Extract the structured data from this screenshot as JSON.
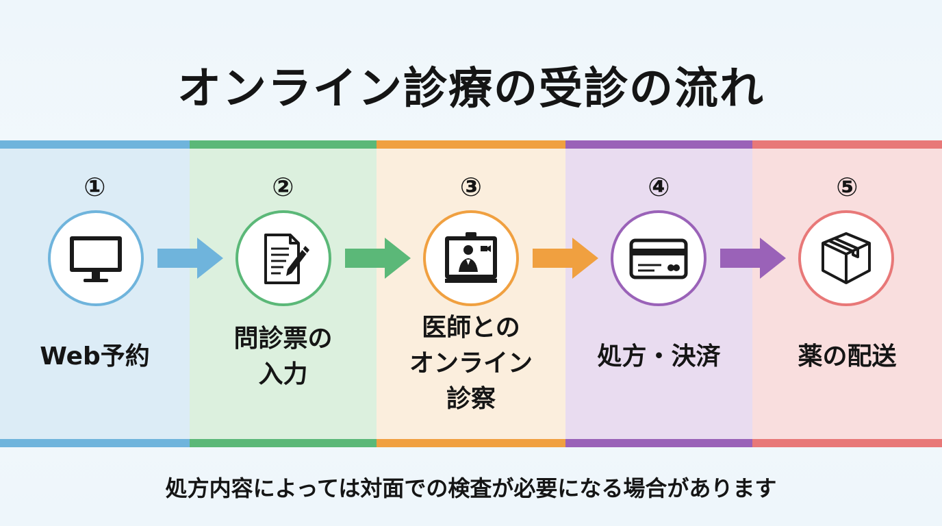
{
  "title": "オンライン診療の受診の流れ",
  "steps": [
    {
      "number": "①",
      "label_lines": [
        "Web予約"
      ],
      "icon": "monitor-icon",
      "color": "#6fb4dc",
      "bg": "#dcecf6"
    },
    {
      "number": "②",
      "label_lines": [
        "問診票の",
        "入力"
      ],
      "icon": "document-pen-icon",
      "color": "#5bb878",
      "bg": "#dcf0de"
    },
    {
      "number": "③",
      "label_lines": [
        "医師との",
        "オンライン",
        "診察"
      ],
      "icon": "doctor-video-icon",
      "color": "#f0a040",
      "bg": "#fbeedd"
    },
    {
      "number": "④",
      "label_lines": [
        "処方・決済"
      ],
      "icon": "credit-card-icon",
      "color": "#9a62b8",
      "bg": "#e9dcf0"
    },
    {
      "number": "⑤",
      "label_lines": [
        "薬の配送"
      ],
      "icon": "package-icon",
      "color": "#e87878",
      "bg": "#f9dede"
    }
  ],
  "footer_note": "処方内容によっては対面での検査が必要になる場合があります"
}
